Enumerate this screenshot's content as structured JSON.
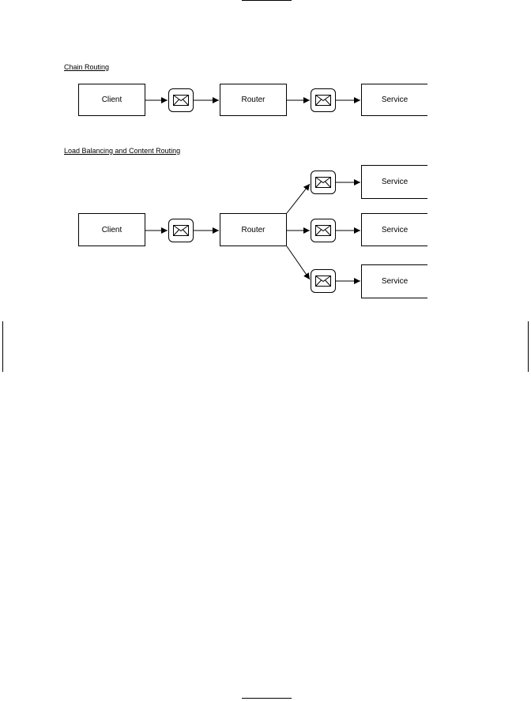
{
  "chain": {
    "title": "Chain Routing",
    "client_label": "Client",
    "router_label": "Router",
    "service_label": "Service"
  },
  "load_balancing": {
    "title": "Load Balancing and Content Routing",
    "client_label": "Client",
    "router_label": "Router",
    "services": [
      "Service",
      "Service",
      "Service"
    ]
  },
  "icons": {
    "message": "envelope-icon",
    "arrow": "arrowhead"
  }
}
